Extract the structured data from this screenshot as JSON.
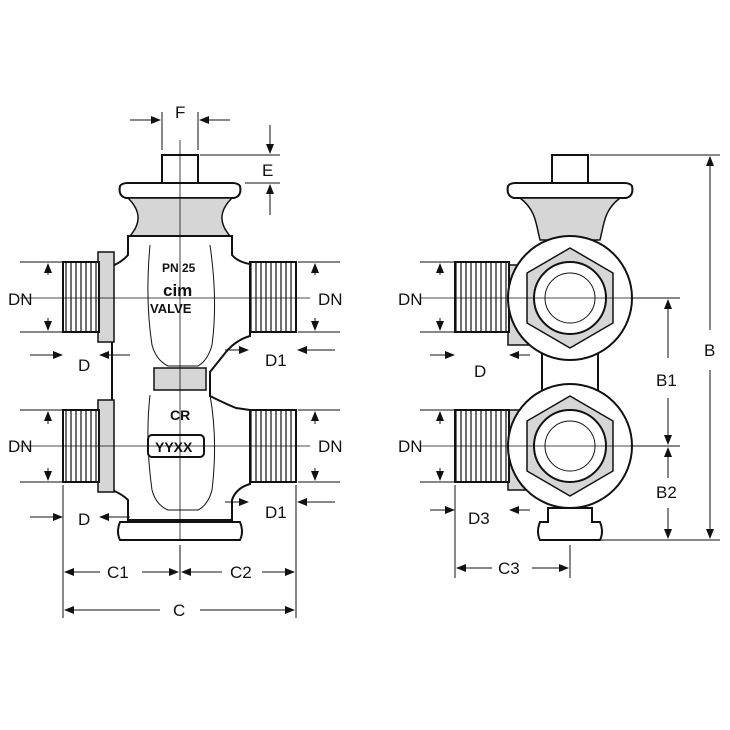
{
  "markings": {
    "pressure": "PN 25",
    "brand": "cim",
    "brand_sub": "VALVE",
    "cr": "CR",
    "date_code": "YYXX"
  },
  "dimensions": {
    "F": "F",
    "E": "E",
    "DN": "DN",
    "D": "D",
    "D1": "D1",
    "D3": "D3",
    "C": "C",
    "C1": "C1",
    "C2": "C2",
    "C3": "C3",
    "B": "B",
    "B1": "B1",
    "B2": "B2"
  }
}
